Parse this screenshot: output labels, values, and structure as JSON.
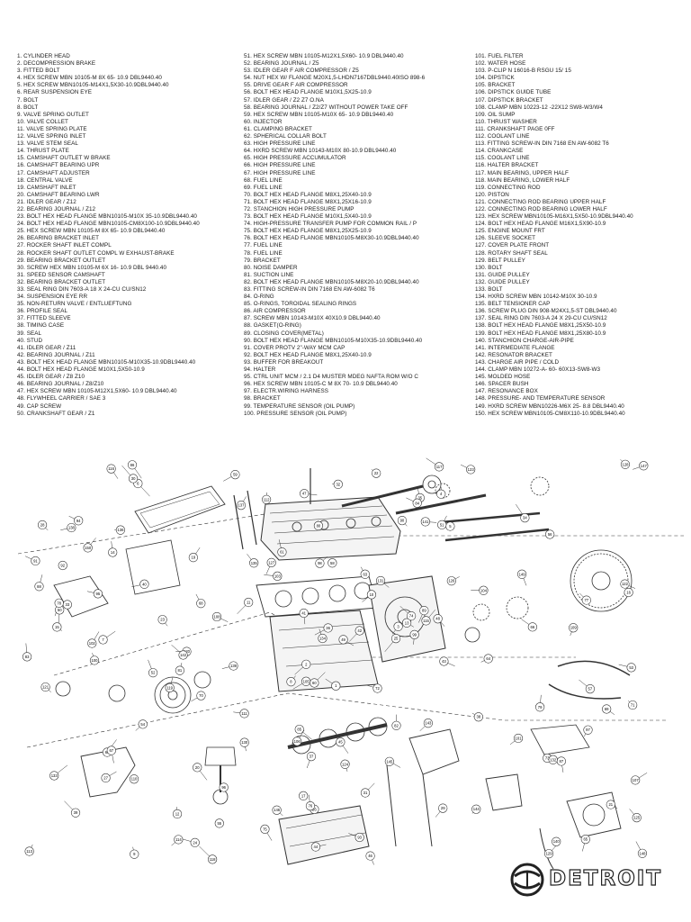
{
  "parts_col1": [
    "1. CYLINDER HEAD",
    "2. DECOMPRESSION BRAKE",
    "3. FITTED BOLT",
    "4. HEX SCREW MBN 10105-M 8X 65- 10.9 DBL9440.40",
    "5. HEX SCREW MBN10105-M14X1,5X30-10.9DBL9440.40",
    "6. REAR SUSPENSION EYE",
    "7. BOLT",
    "8. BOLT",
    "9. VALVE SPRING OUTLET",
    "10. VALVE COLLET",
    "11. VALVE SPRING PLATE",
    "12. VALVE SPRING INLET",
    "13. VALVE STEM SEAL",
    "14. THRUST PLATE",
    "15. CAMSHAFT OUTLET W BRAKE",
    "16. CAMSHAFT BEARING UPR",
    "17. CAMSHAFT ADJUSTER",
    "18. CENTRAL VALVE",
    "19. CAMSHAFT INLET",
    "20. CAMSHAFT BEARING LWR",
    "21. IDLER GEAR / Z12",
    "22. BEARING JOURNAL / Z12",
    "23. BOLT HEX HEAD FLANGE MBN10105-M10X 35-10.9DBL9440.40",
    "24. BOLT HEX HEAD FLANGE MBN10105-CM8X100-10.9DBL9440.40",
    "25. HEX SCREW MBN 10105-M 8X 65- 10.9 DBL9440.40",
    "26. BEARING BRACKET INLET",
    "27. ROCKER SHAFT INLET COMPL",
    "28. ROCKER SHAFT OUTLET COMPL W EXHAUST-BRAKE",
    "29. BEARING BRACKET OUTLET",
    "30. SCREW HEX MBN 10105-M 6X 16- 10.9 DBL 9440.40",
    "31. SPEED SENSOR CAMSHAFT",
    "32. BEARING BRACKET OUTLET",
    "33. SEAL RING DIN 7603-A 18 X 24-CU CU/SN12",
    "34. SUSPENSION EYE RR",
    "35. NON-RETURN VALVE / ENTLUEFTUNG",
    "36. PROFILE SEAL",
    "37. FITTED SLEEVE",
    "38. TIMING CASE",
    "39. SEAL",
    "40. STUD",
    "41. IDLER GEAR / Z11",
    "42. BEARING JOURNAL / Z11",
    "43. BOLT HEX HEAD FLANGE MBN10105-M10X35-10.9DBL9440.40",
    "44. BOLT HEX HEAD FLANGE M10X1,5X50-10.9",
    "45. IDLER GEAR / Z8 Z10",
    "46. BEARING JOURNAL / Z8/Z10",
    "47. HEX SCREW MBN 10105-M12X1,5X60- 10.9 DBL9440.40",
    "48. FLYWHEEL CARRIER / SAE 3",
    "49. CAP SCREW",
    "50. CRANKSHAFT GEAR / Z1"
  ],
  "parts_col2": [
    "51. HEX SCREW MBN 10105-M12X1,5X60- 10.9 DBL9440.40",
    "52. BEARING JOURNAL / Z5",
    "53. IDLER GEAR F AIR COMPRESSOR / Z5",
    "54. NUT HEX W/ FLANGE M20X1,5-LHDN7167DBL9440.40ISO 898-6",
    "55. DRIVE GEAR F AIR COMPRESSOR",
    "56. BOLT HEX HEAD FLANGE M10X1,5X25-10.9",
    "57. IDLER GEAR / Z2 Z7 O.NA",
    "58. BEARING JOURNAL / Z2/Z7 WITHOUT POWER TAKE OFF",
    "59. HEX SCREW MBN 10105-M10X 65- 10.9 DBL9440.40",
    "60. INJECTOR",
    "61. CLAMPING BRACKET",
    "62. SPHERICAL COLLAR BOLT",
    "63. HIGH PRESSURE LINE",
    "64. HXRD SCREW MBN 10143-M10X 80-10.9 DBL9440.40",
    "65. HIGH PRESSURE ACCUMULATOR",
    "66. HIGH PRESSURE LINE",
    "67. HIGH PRESSURE LINE",
    "68. FUEL LINE",
    "69. FUEL LINE",
    "70. BOLT HEX HEAD FLANGE M8X1,25X40-10.9",
    "71. BOLT HEX HEAD FLANGE M8X1,25X16-10.9",
    "72. STANCHION HIGH PRESSURE PUMP",
    "73. BOLT HEX HEAD FLANGE M10X1,5X40-10.9",
    "74. HIGH-PRESSURE TRANSFER PUMP FOR COMMON RAIL / P",
    "75. BOLT HEX HEAD FLANGE M8X1,25X25-10.9",
    "76. BOLT HEX HEAD FLANGE MBN10105-M8X30-10.9DBL9440.40",
    "77. FUEL LINE",
    "78. FUEL LINE",
    "79. BRACKET",
    "80. NOISE DAMPER",
    "81. SUCTION LINE",
    "82. BOLT HEX HEAD FLANGE MBN10105-M8X20-10.9DBL9440.40",
    "83. FITTING SCREW-IN DIN 7168 EN AW-6082 T6",
    "84. O-RING",
    "85. O-RINGS, TOROIDAL SEALING RINGS",
    "86. AIR COMPRESSOR",
    "87. SCREW MBN 10143-M10X 40X10.9 DBL9440.40",
    "88. GASKET(O-RING)",
    "89. CLOSING COVER(METAL)",
    "90. BOLT HEX HEAD FLANGE MBN10105-M10X35-10.9DBL9440.40",
    "91. COVER PROTV 2\"-WAY MCM CAP",
    "92. BOLT HEX HEAD FLANGE M8X1,25X40-10.9",
    "93. BUFFER FOR BREAKOUT",
    "94. HALTER",
    "95. CTRL UNIT MCM / 2.1 D4 MUSTER MDEG NAFTA ROM W/O C",
    "96. HEX SCREW MBN 10105-C M 8X 70- 10.9 DBL9440.40",
    "97. ELECTR.WIRING HARNESS",
    "98. BRACKET",
    "99. TEMPERATURE SENSOR (OIL PUMP)",
    "100. PRESSURE SENSOR (OIL PUMP)"
  ],
  "parts_col3": [
    "101. FUEL FILTER",
    "102. WATER HOSE",
    "103. P-CLIP N 16016-B RSGU 15/ 15",
    "104. DIPSTICK",
    "105. BRACKET",
    "106. DIPSTICK GUIDE TUBE",
    "107. DIPSTICK BRACKET",
    "108. CLAMP MBN 10223-12 -22X12 SW8-W3/W4",
    "109. OIL SUMP",
    "110. THRUST WASHER",
    "111. CRANKSHAFT PAGE 0FF",
    "112. COOLANT LINE",
    "113. FITTING SCREW-IN DIN 7168 EN AW-6082 T6",
    "114. CRANKCASE",
    "115. COOLANT LINE",
    "116. HALTER BRACKET",
    "117. MAIN BEARING, UPPER HALF",
    "118. MAIN BEARING, LOWER HALF",
    "119. CONNECTING ROD",
    "120. PISTON",
    "121. CONNECTING ROD BEARING UPPER HALF",
    "122. CONNECTING ROD BEARING LOWER HALF",
    "123. HEX SCREW MBN10105-M16X1,5X50-10.9DBL9440.40",
    "124. BOLT HEX HEAD FLANGE M16X1,5X90-10.9",
    "125. ENGINE MOUNT FRT",
    "126. SLEEVE SOCKET",
    "127. COVER PLATE FRONT",
    "128. ROTARY SHAFT SEAL",
    "129. BELT PULLEY",
    "130. BOLT",
    "131. GUIDE PULLEY",
    "132. GUIDE PULLEY",
    "133. BOLT",
    "134. HXRD SCREW MBN 10142-M10X 30-10.9",
    "135. BELT TENSIONER CAP",
    "136. SCREW PLUG DIN 908-M24X1,5-ST DBL9440.40",
    "137. SEAL RING DIN 7603-A 24 X 29-CU CU/SN12",
    "138. BOLT HEX HEAD FLANGE M8X1,25X50-10.9",
    "139. BOLT HEX HEAD FLANGE M8X1,25X80-10.9",
    "140. STANCHION CHARGE-AIR-PIPE",
    "141. INTERMEDIATE FLANGE",
    "142. RESONATOR BRACKET",
    "143. CHARGE AIR PIPE / COLD",
    "144. CLAMP MBN 10272-A- 60- 60X13-SW8-W3",
    "145. MOLDED HOSE",
    "146. SPACER BUSH",
    "147. RESONANCE BOX",
    "148. PRESSURE- AND TEMPERATURE SENSOR",
    "149. HXRD SCREW MBN10226-M6X 25- 8.8 DBL9440.40",
    "150. HEX SCREW MBN10105-CM8X110-10.9DBL9440.40"
  ],
  "callouts": [
    "1",
    "2",
    "3",
    "4",
    "5",
    "6",
    "7",
    "8",
    "9",
    "10",
    "11",
    "12",
    "13",
    "14",
    "15",
    "16",
    "17",
    "19",
    "20",
    "21",
    "22",
    "23",
    "24",
    "25",
    "26",
    "27",
    "28",
    "29",
    "30",
    "31",
    "32",
    "33",
    "34",
    "35",
    "36",
    "37",
    "38",
    "39",
    "40",
    "41",
    "42",
    "43",
    "44",
    "45",
    "46",
    "47",
    "48",
    "49",
    "50",
    "51",
    "52",
    "53",
    "54",
    "55",
    "56",
    "57",
    "58",
    "59",
    "60",
    "61",
    "62",
    "63",
    "64",
    "65",
    "66",
    "67",
    "68",
    "69",
    "70",
    "71",
    "72",
    "73",
    "74",
    "75",
    "76",
    "77",
    "78",
    "79",
    "80",
    "81",
    "82",
    "83",
    "84",
    "85",
    "86",
    "87",
    "88",
    "89",
    "90",
    "91",
    "92",
    "93",
    "94",
    "95",
    "96",
    "97",
    "98",
    "99",
    "100",
    "101",
    "102",
    "103",
    "104",
    "105",
    "106",
    "107",
    "108",
    "109",
    "110",
    "111",
    "112",
    "113",
    "114",
    "115",
    "116",
    "117",
    "118",
    "119",
    "120",
    "121",
    "122",
    "123",
    "124",
    "125",
    "126",
    "127",
    "128",
    "129",
    "130",
    "131",
    "132",
    "133",
    "134",
    "135",
    "136",
    "137",
    "138",
    "139",
    "140",
    "141",
    "142",
    "143",
    "144",
    "145",
    "146",
    "147",
    "148",
    "149",
    "150"
  ],
  "brand": {
    "name": "DETROIT",
    "logo_icon": "detroit-logo-icon"
  }
}
